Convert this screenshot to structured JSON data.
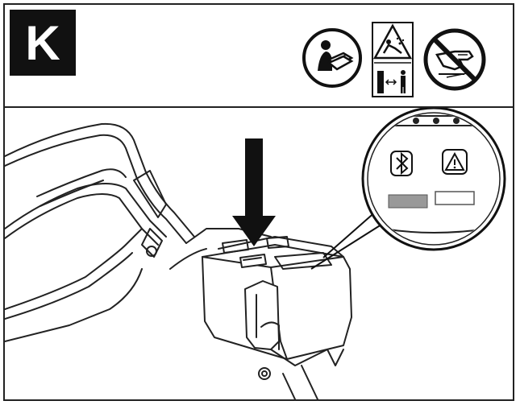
{
  "step": {
    "label": "K"
  },
  "icons": [
    {
      "name": "read-manual-icon"
    },
    {
      "name": "warning-debris-keep-distance-icon"
    },
    {
      "name": "no-hands-icon"
    }
  ],
  "illustration": {
    "callout_icons": [
      "bluetooth-icon",
      "warning-triangle-icon"
    ],
    "indicator_states": [
      "on",
      "off"
    ]
  }
}
